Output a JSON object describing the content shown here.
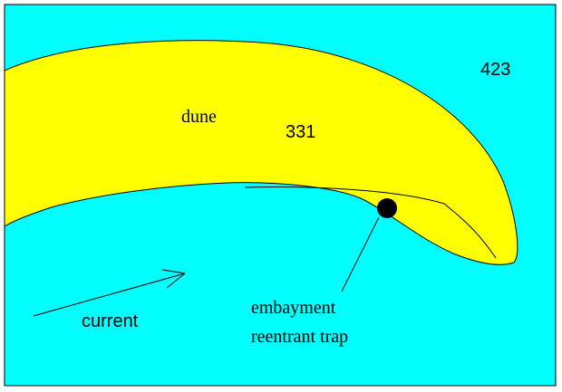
{
  "diagram": {
    "colors": {
      "water": "#00FFFF",
      "dune": "#FFFF00",
      "outline": "#000000",
      "trap_marker": "#000000"
    },
    "labels": {
      "dune": "dune",
      "dune_code": "331",
      "water_code": "423",
      "current": "current",
      "trap_line1": "embayment",
      "trap_line2": "reentrant trap"
    },
    "icons": {
      "current_arrow": "arrow-up-right",
      "trap_marker": "filled-circle"
    }
  }
}
